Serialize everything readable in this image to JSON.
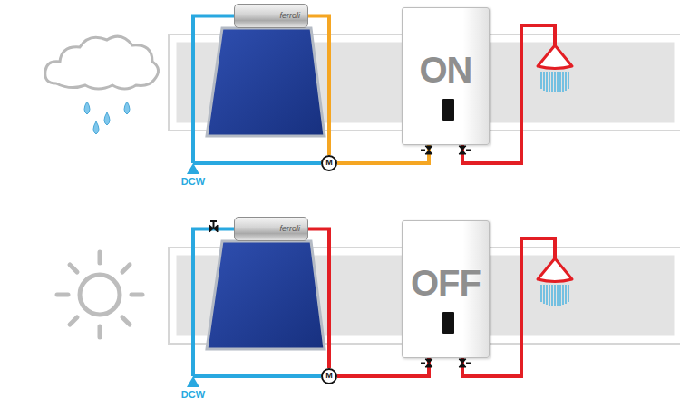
{
  "diagram": {
    "nodes": [
      {
        "text": [
          "ferroli"
        ]
      },
      {
        "text": [
          "ON"
        ]
      },
      {
        "text": [
          "DCW"
        ]
      },
      {
        "text": [
          "M"
        ]
      },
      {
        "text": [
          "ferroli"
        ]
      },
      {
        "text": [
          "OFF"
        ]
      },
      {
        "text": [
          "DCW"
        ]
      },
      {
        "text": [
          "M"
        ]
      }
    ],
    "edges": [
      {
        "from": 2,
        "to": 0,
        "arrow": "none"
      },
      {
        "from": 2,
        "to": 3,
        "arrow": "none"
      },
      {
        "from": 0,
        "to": 3,
        "arrow": "none"
      },
      {
        "from": 3,
        "to": 1,
        "arrow": "none"
      },
      {
        "from": 6,
        "to": 4,
        "arrow": "none"
      },
      {
        "from": 6,
        "to": 7,
        "arrow": "none"
      },
      {
        "from": 4,
        "to": 7,
        "arrow": "none"
      },
      {
        "from": 7,
        "to": 5,
        "arrow": "none"
      }
    ]
  }
}
